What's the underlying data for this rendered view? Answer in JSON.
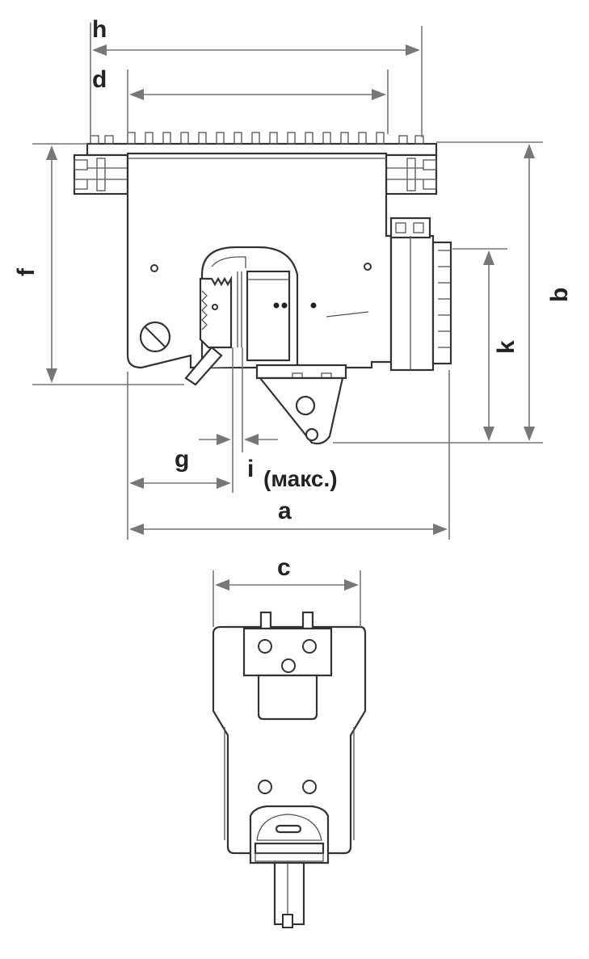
{
  "labels": {
    "h": "h",
    "d": "d",
    "f": "f",
    "b": "b",
    "k": "k",
    "g": "g",
    "i": "i",
    "i_note": "(макс.)",
    "a": "a",
    "c": "c"
  },
  "colors": {
    "line": "#333333",
    "dimension": "#777777",
    "background": "#ffffff"
  }
}
